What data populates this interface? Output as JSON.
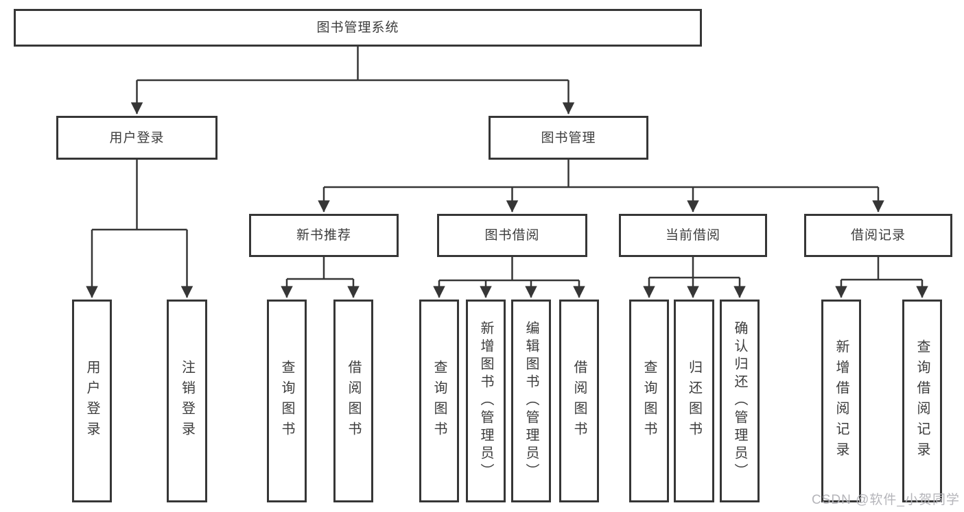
{
  "diagram": {
    "title": "图书管理系统",
    "level2": [
      {
        "label": "用户登录",
        "children": [
          {
            "label": "用户登录"
          },
          {
            "label": "注销登录"
          }
        ]
      },
      {
        "label": "图书管理",
        "children": [
          {
            "label": "新书推荐",
            "children": [
              {
                "label": "查询图书"
              },
              {
                "label": "借阅图书"
              }
            ]
          },
          {
            "label": "图书借阅",
            "children": [
              {
                "label": "查询图书"
              },
              {
                "label": "新增图书（管理员）"
              },
              {
                "label": "编辑图书（管理员）"
              },
              {
                "label": "借阅图书"
              }
            ]
          },
          {
            "label": "当前借阅",
            "children": [
              {
                "label": "查询图书"
              },
              {
                "label": "归还图书"
              },
              {
                "label": "确认归还（管理员）"
              }
            ]
          },
          {
            "label": "借阅记录",
            "children": [
              {
                "label": "新增借阅记录"
              },
              {
                "label": "查询借阅记录"
              }
            ]
          }
        ]
      }
    ]
  },
  "watermark": "CSDN @软件_小贺同学"
}
